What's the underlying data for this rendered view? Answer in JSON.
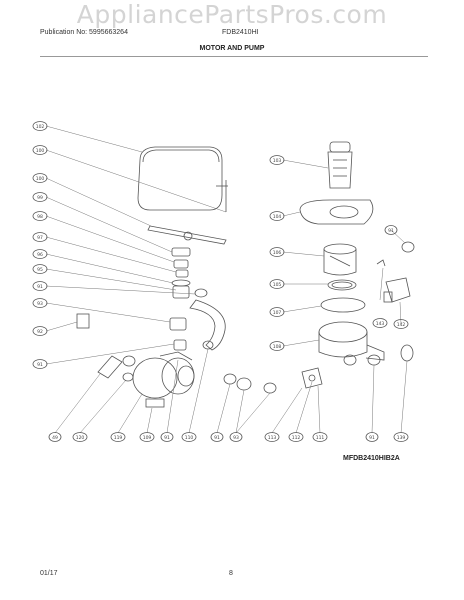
{
  "watermark": "AppliancePartsPros.com",
  "header": {
    "publication": "Publication No: 5995663264",
    "model": "FDB2410HI",
    "section_title": "MOTOR AND PUMP"
  },
  "figure_code": "MFDB2410HIB2A",
  "footer": {
    "date": "01/17",
    "page_number": "8"
  },
  "callouts": [
    {
      "id": "c102",
      "label": "102"
    },
    {
      "id": "c100",
      "label": "100"
    },
    {
      "id": "c100b",
      "label": "100"
    },
    {
      "id": "c99",
      "label": "99"
    },
    {
      "id": "c98",
      "label": "98"
    },
    {
      "id": "c97",
      "label": "97"
    },
    {
      "id": "c96",
      "label": "96"
    },
    {
      "id": "c95",
      "label": "95"
    },
    {
      "id": "c91a",
      "label": "91"
    },
    {
      "id": "c93",
      "label": "93"
    },
    {
      "id": "c92",
      "label": "92"
    },
    {
      "id": "c91b",
      "label": "91"
    },
    {
      "id": "c103",
      "label": "103"
    },
    {
      "id": "c104",
      "label": "104"
    },
    {
      "id": "c91c",
      "label": "91"
    },
    {
      "id": "c106",
      "label": "106"
    },
    {
      "id": "c105",
      "label": "105"
    },
    {
      "id": "c143",
      "label": "143"
    },
    {
      "id": "c107",
      "label": "107"
    },
    {
      "id": "c142",
      "label": "142"
    },
    {
      "id": "c108",
      "label": "108"
    },
    {
      "id": "c49",
      "label": "49"
    },
    {
      "id": "c120",
      "label": "120"
    },
    {
      "id": "c119",
      "label": "119"
    },
    {
      "id": "c109",
      "label": "109"
    },
    {
      "id": "c91d",
      "label": "91"
    },
    {
      "id": "c110",
      "label": "110"
    },
    {
      "id": "c91e",
      "label": "91"
    },
    {
      "id": "c93b",
      "label": "93"
    },
    {
      "id": "c113",
      "label": "113"
    },
    {
      "id": "c112",
      "label": "112"
    },
    {
      "id": "c111",
      "label": "111"
    },
    {
      "id": "c91f",
      "label": "91"
    },
    {
      "id": "c139",
      "label": "139"
    }
  ]
}
